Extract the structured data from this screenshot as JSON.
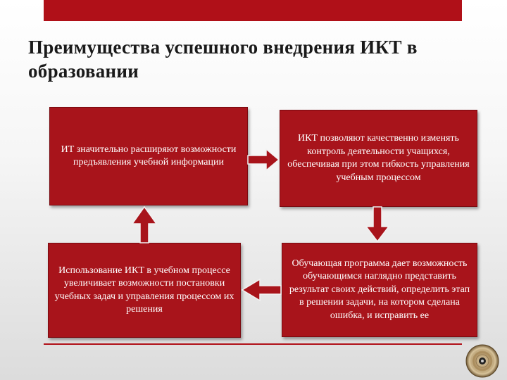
{
  "title": "Преимущества успешного внедрения ИКТ в образовании",
  "boxes": {
    "top_left": "ИТ значительно расширяют возможности предъявления учебной информации",
    "top_right": "ИКТ позволяют качественно изменять контроль деятельности учащихся, обеспечивая при этом гибкость управления учебным процессом",
    "bottom_right": "Обучающая программа дает возможность обучающимся наглядно представить результат своих действий, определить этап в решении задачи, на котором сделана ошибка, и исправить ее",
    "bottom_left": "Использование ИКТ в учебном процессе увеличивает возможности постановки учебных задач и управления процессом их решения"
  },
  "colors": {
    "accent": "#b01018",
    "box_fill": "#a8141b",
    "text_on_box": "#ffffff"
  }
}
